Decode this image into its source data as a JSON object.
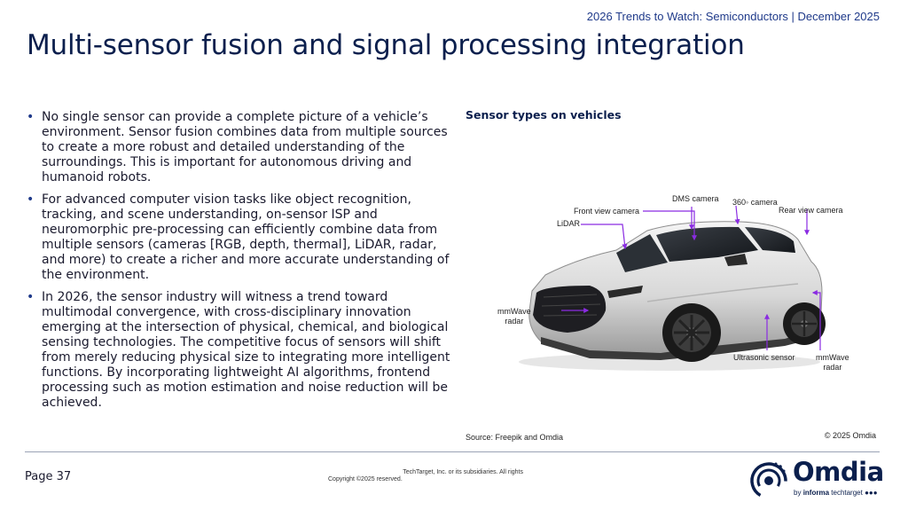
{
  "header": {
    "meta": "2026 Trends to Watch: Semiconductors | December 2025",
    "title": "Multi-sensor fusion and signal processing integration"
  },
  "bullets": [
    {
      "text": "No single sensor can provide a complete picture of a vehicle’s environment. Sensor fusion combines data from multiple sources to create a more robust and detailed understanding of the surroundings. This is important for autonomous driving and humanoid robots."
    },
    {
      "text": "For advanced computer vision tasks like object recognition, tracking, and scene understanding, on-sensor ISP and neuromorphic pre-processing can efficiently combine data from multiple sensors (cameras [RGB, depth, thermal], LiDAR, radar, and more) to create a richer and more accurate understanding of the environment."
    },
    {
      "text": "In 2026, the sensor industry will witness a trend toward multimodal convergence, with cross-disciplinary innovation emerging at the intersection of physical, chemical, and biological sensing technologies. The competitive focus of sensors will shift from merely reducing physical size to integrating more intelligent functions. By incorporating lightweight AI algorithms, frontend processing such as motion estimation and noise reduction will be achieved."
    }
  ],
  "figure": {
    "title": "Sensor types on vehicles",
    "labels": {
      "dms": "DMS camera",
      "front": "Front view camera",
      "lidar": "LiDAR",
      "camera360": "360◦ camera",
      "rear": "Rear view camera",
      "mmwave_front_1": "mmWave",
      "mmwave_front_2": "radar",
      "ultrasonic": "Ultrasonic sensor",
      "mmwave_rear_1": "mmWave",
      "mmwave_rear_2": "radar"
    },
    "source": "Source: Freepik and Omdia",
    "copyright": "© 2025 Omdia",
    "arrow_color": "#8a2be2"
  },
  "footer": {
    "page": "Page 37",
    "copyright_line1": "TechTarget, Inc. or its subsidiaries. All rights",
    "copyright_line2": "Copyright ©2025 reserved.",
    "logo_word": "Omdia",
    "logo_by": "by",
    "logo_brand": "informa",
    "logo_rest": "techtarget"
  }
}
